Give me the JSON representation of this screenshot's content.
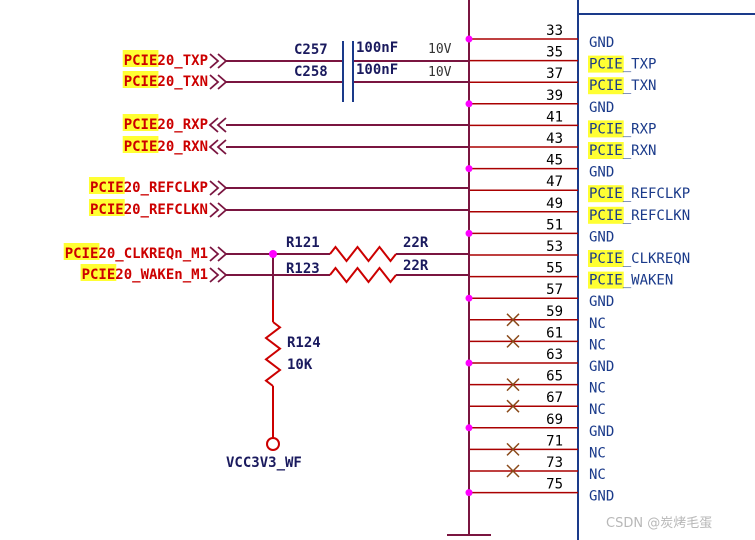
{
  "nets": [
    {
      "highlight": "PCIE",
      "rest": "20_TXP"
    },
    {
      "highlight": "PCIE",
      "rest": "20_TXN"
    },
    {
      "highlight": "PCIE",
      "rest": "20_RXP"
    },
    {
      "highlight": "PCIE",
      "rest": "20_RXN"
    },
    {
      "highlight": "PCIE",
      "rest": "20_REFCLKP"
    },
    {
      "highlight": "PCIE",
      "rest": "20_REFCLKN"
    },
    {
      "highlight": "PCIE",
      "rest": "20_CLKREQn_M1"
    },
    {
      "highlight": "PCIE",
      "rest": "20_WAKEn_M1"
    }
  ],
  "capacitors": [
    {
      "ref": "C257",
      "value": "100nF",
      "voltage": "10V"
    },
    {
      "ref": "C258",
      "value": "100nF",
      "voltage": "10V"
    }
  ],
  "resistors": [
    {
      "ref": "R121",
      "value": "22R"
    },
    {
      "ref": "R123",
      "value": "22R"
    },
    {
      "ref": "R124",
      "value": "10K"
    }
  ],
  "power_label": "VCC3V3_WF",
  "pins": [
    {
      "num": "33",
      "hl": "",
      "name": "GND"
    },
    {
      "num": "35",
      "hl": "PCIE",
      "name": "_TXP"
    },
    {
      "num": "37",
      "hl": "PCIE",
      "name": "_TXN"
    },
    {
      "num": "39",
      "hl": "",
      "name": "GND"
    },
    {
      "num": "41",
      "hl": "PCIE",
      "name": "_RXP"
    },
    {
      "num": "43",
      "hl": "PCIE",
      "name": "_RXN"
    },
    {
      "num": "45",
      "hl": "",
      "name": "GND"
    },
    {
      "num": "47",
      "hl": "PCIE",
      "name": "_REFCLKP"
    },
    {
      "num": "49",
      "hl": "PCIE",
      "name": "_REFCLKN"
    },
    {
      "num": "51",
      "hl": "",
      "name": "GND"
    },
    {
      "num": "53",
      "hl": "PCIE",
      "name": "_CLKREQN"
    },
    {
      "num": "55",
      "hl": "PCIE",
      "name": "_WAKEN"
    },
    {
      "num": "57",
      "hl": "",
      "name": "GND"
    },
    {
      "num": "59",
      "hl": "",
      "name": "NC"
    },
    {
      "num": "61",
      "hl": "",
      "name": "NC"
    },
    {
      "num": "63",
      "hl": "",
      "name": "GND"
    },
    {
      "num": "65",
      "hl": "",
      "name": "NC"
    },
    {
      "num": "67",
      "hl": "",
      "name": "NC"
    },
    {
      "num": "69",
      "hl": "",
      "name": "GND"
    },
    {
      "num": "71",
      "hl": "",
      "name": "NC"
    },
    {
      "num": "73",
      "hl": "",
      "name": "NC"
    },
    {
      "num": "75",
      "hl": "",
      "name": "GND"
    }
  ],
  "watermark": "CSDN @炭烤毛蛋"
}
